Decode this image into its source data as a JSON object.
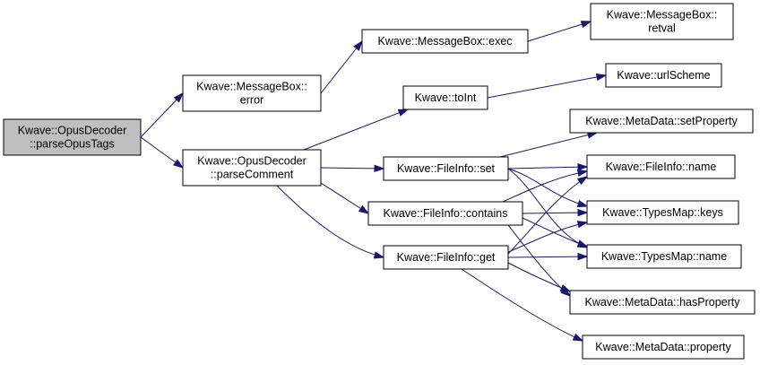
{
  "nodes": {
    "parseOpusTags": [
      "Kwave::OpusDecoder",
      "::parseOpusTags"
    ],
    "mbError": [
      "Kwave::MessageBox::",
      "error"
    ],
    "parseComment": [
      "Kwave::OpusDecoder",
      "::parseComment"
    ],
    "mbExec": [
      "Kwave::MessageBox::exec"
    ],
    "mbRetval": [
      "Kwave::MessageBox::",
      "retval"
    ],
    "toInt": [
      "Kwave::toInt"
    ],
    "urlScheme": [
      "Kwave::urlScheme"
    ],
    "fiSet": [
      "Kwave::FileInfo::set"
    ],
    "fiContains": [
      "Kwave::FileInfo::contains"
    ],
    "fiGet": [
      "Kwave::FileInfo::get"
    ],
    "mdSetProperty": [
      "Kwave::MetaData::setProperty"
    ],
    "fiName": [
      "Kwave::FileInfo::name"
    ],
    "tmKeys": [
      "Kwave::TypesMap::keys"
    ],
    "tmName": [
      "Kwave::TypesMap::name"
    ],
    "mdHasProperty": [
      "Kwave::MetaData::hasProperty"
    ],
    "mdProperty": [
      "Kwave::MetaData::property"
    ]
  },
  "edges": [
    [
      "parseOpusTags",
      "mbError"
    ],
    [
      "parseOpusTags",
      "parseComment"
    ],
    [
      "mbError",
      "mbExec"
    ],
    [
      "mbExec",
      "mbRetval"
    ],
    [
      "parseComment",
      "toInt"
    ],
    [
      "toInt",
      "urlScheme"
    ],
    [
      "parseComment",
      "fiSet"
    ],
    [
      "parseComment",
      "fiContains"
    ],
    [
      "parseComment",
      "fiGet"
    ],
    [
      "fiSet",
      "mdSetProperty"
    ],
    [
      "fiSet",
      "fiName"
    ],
    [
      "fiSet",
      "tmKeys"
    ],
    [
      "fiSet",
      "tmName"
    ],
    [
      "fiContains",
      "fiName"
    ],
    [
      "fiContains",
      "tmKeys"
    ],
    [
      "fiContains",
      "tmName"
    ],
    [
      "fiContains",
      "mdHasProperty"
    ],
    [
      "fiGet",
      "fiName"
    ],
    [
      "fiGet",
      "tmKeys"
    ],
    [
      "fiGet",
      "tmName"
    ],
    [
      "fiGet",
      "mdHasProperty"
    ],
    [
      "fiGet",
      "mdProperty"
    ]
  ],
  "colors": {
    "edge": "#191970",
    "root_fill": "#bfbfbf",
    "node_fill": "#ffffff",
    "node_border": "#000000"
  }
}
